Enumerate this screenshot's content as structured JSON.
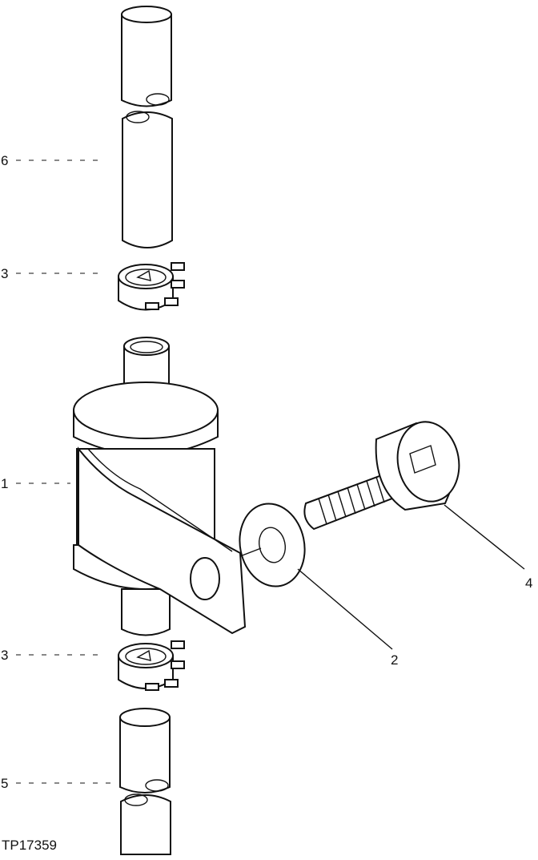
{
  "figure_id": "TP17359",
  "callouts": {
    "hose_upper": "6",
    "clamp_upper": "3",
    "filter": "1",
    "clamp_lower": "3",
    "hose_lower": "5",
    "washer": "2",
    "bolt": "4"
  }
}
